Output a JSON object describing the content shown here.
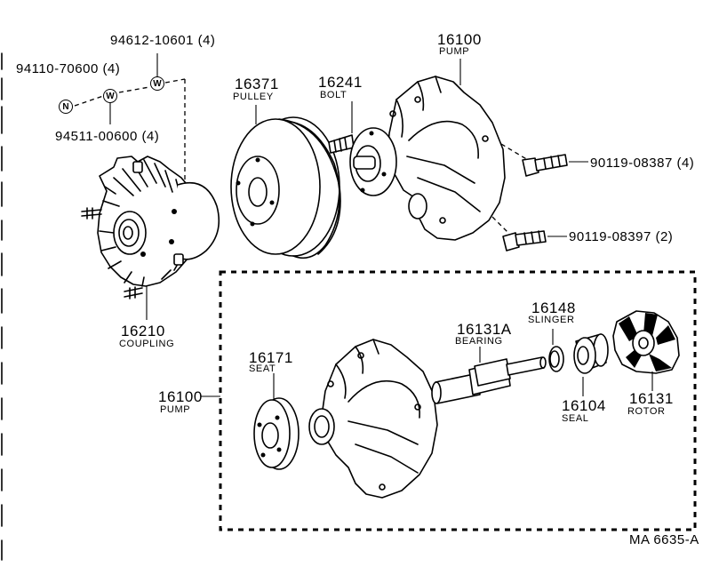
{
  "parts": {
    "washer_nut_screw": {
      "number": "94612-10601 (4)",
      "badge": "W"
    },
    "nut": {
      "number": "94110-70600 (4)",
      "badge": "N"
    },
    "washer": {
      "number": "94511-00600 (4)",
      "badge": "W"
    },
    "coupling": {
      "number": "16210",
      "name": "COUPLING"
    },
    "pulley": {
      "number": "16371",
      "name": "PULLEY"
    },
    "bolt": {
      "number": "16241",
      "name": "BOLT"
    },
    "pump_top": {
      "number": "16100",
      "name": "PUMP"
    },
    "bolt_a": {
      "number": "90119-08387 (4)"
    },
    "bolt_b": {
      "number": "90119-08397 (2)"
    },
    "pump_left": {
      "number": "16100",
      "name": "PUMP"
    },
    "seat": {
      "number": "16171",
      "name": "SEAT"
    },
    "bearing": {
      "number": "16131A",
      "name": "BEARING"
    },
    "slinger": {
      "number": "16148",
      "name": "SLINGER"
    },
    "seal": {
      "number": "16104",
      "name": "SEAL"
    },
    "rotor": {
      "number": "16131",
      "name": "ROTOR"
    }
  },
  "figure_code": "MA 6635-A"
}
